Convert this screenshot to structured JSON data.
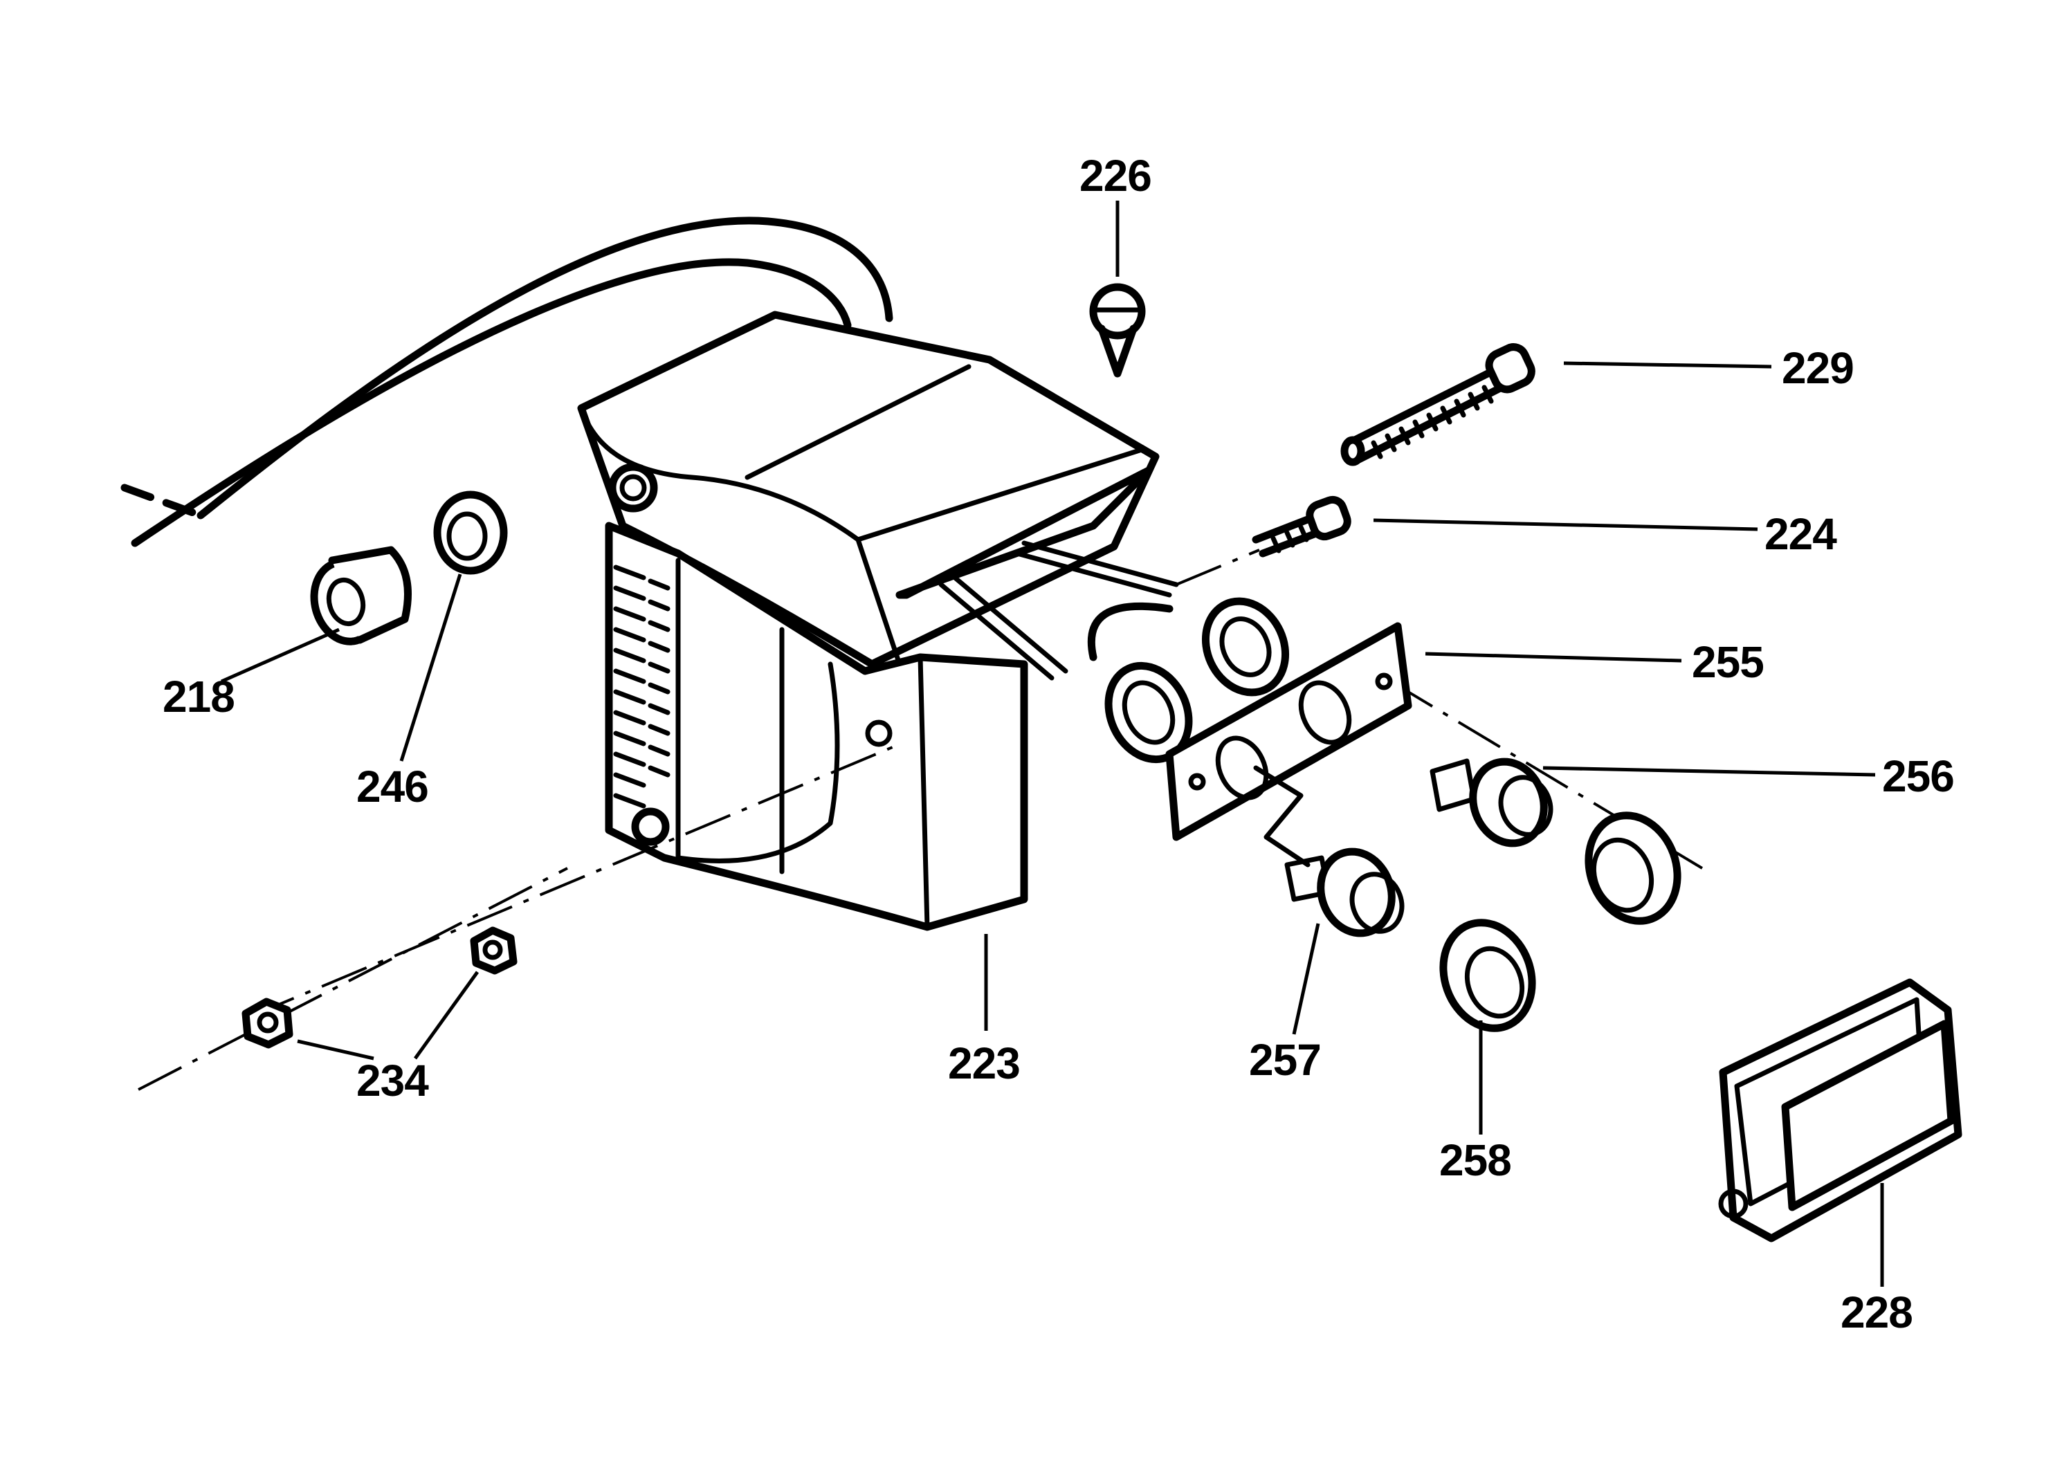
{
  "diagram": {
    "parts": [
      {
        "id": "p226",
        "number": "226"
      },
      {
        "id": "p229",
        "number": "229"
      },
      {
        "id": "p224",
        "number": "224"
      },
      {
        "id": "p255",
        "number": "255"
      },
      {
        "id": "p256",
        "number": "256"
      },
      {
        "id": "p218",
        "number": "218"
      },
      {
        "id": "p246",
        "number": "246"
      },
      {
        "id": "p234",
        "number": "234"
      },
      {
        "id": "p223",
        "number": "223"
      },
      {
        "id": "p257",
        "number": "257"
      },
      {
        "id": "p258",
        "number": "258"
      },
      {
        "id": "p228",
        "number": "228"
      }
    ]
  }
}
